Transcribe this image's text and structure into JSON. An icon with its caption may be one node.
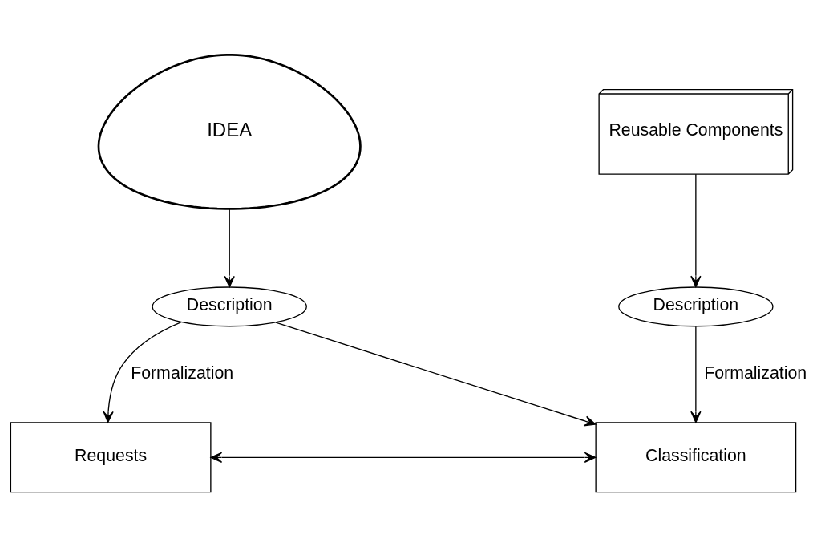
{
  "diagram": {
    "nodes": [
      {
        "text": [
          "IDEA"
        ]
      },
      {
        "text": [
          "Reusable Components"
        ]
      },
      {
        "text": [
          "Description"
        ]
      },
      {
        "text": [
          "Description"
        ]
      },
      {
        "text": [
          "Requests"
        ]
      },
      {
        "text": [
          "Classification"
        ]
      }
    ],
    "edges": [
      {
        "from": 0,
        "to": 2,
        "arrow": "to"
      },
      {
        "from": 1,
        "to": 3,
        "arrow": "to"
      },
      {
        "from": 2,
        "to": 4,
        "arrow": "to",
        "label": "Formalization"
      },
      {
        "from": 2,
        "to": 5,
        "arrow": "to"
      },
      {
        "from": 3,
        "to": 5,
        "arrow": "to",
        "label": "Formalization"
      },
      {
        "from": 4,
        "to": 5,
        "arrow": "both"
      }
    ]
  }
}
